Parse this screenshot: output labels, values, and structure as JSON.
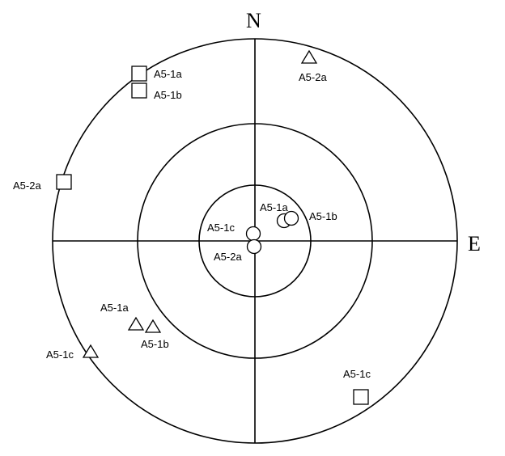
{
  "north_label": "N",
  "east_label": "E",
  "markers": [
    {
      "shape": "square",
      "label": "A5-1a"
    },
    {
      "shape": "square",
      "label": "A5-1b"
    },
    {
      "shape": "square",
      "label": "A5-2a"
    },
    {
      "shape": "square",
      "label": "A5-1c"
    },
    {
      "shape": "triangle",
      "label": "A5-2a"
    },
    {
      "shape": "triangle",
      "label": "A5-1a"
    },
    {
      "shape": "triangle",
      "label": "A5-1b"
    },
    {
      "shape": "triangle",
      "label": "A5-1c"
    },
    {
      "shape": "circle",
      "label": "A5-1a"
    },
    {
      "shape": "circle",
      "label": "A5-1b"
    },
    {
      "shape": "circle",
      "label": "A5-1c"
    },
    {
      "shape": "circle",
      "label": "A5-2a"
    }
  ]
}
